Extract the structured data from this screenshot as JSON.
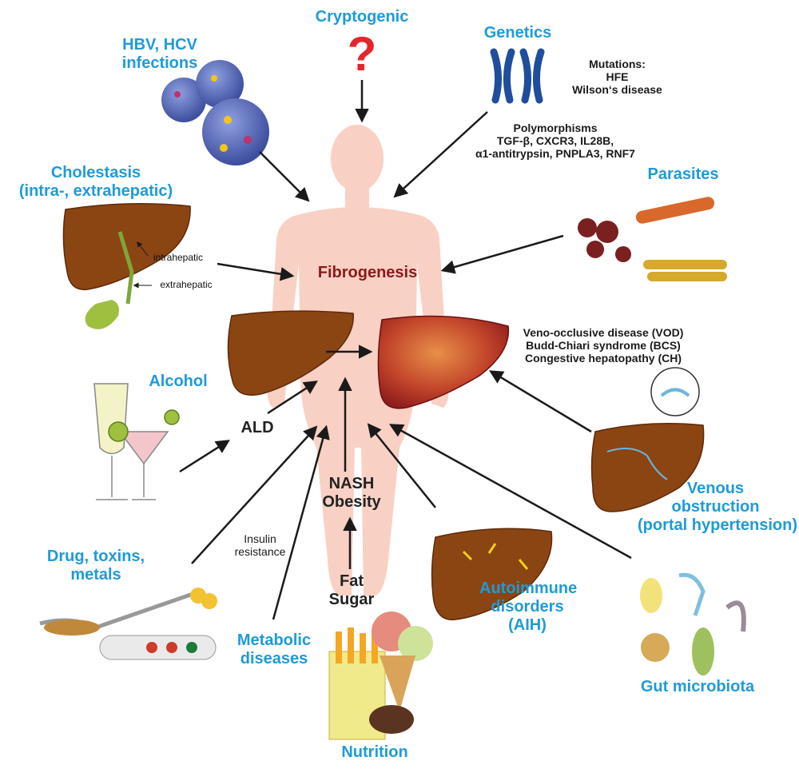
{
  "center": {
    "label": "Fibrogenesis"
  },
  "causes": {
    "cryptogenic": "Cryptogenic",
    "question_mark": "?",
    "genetics": "Genetics",
    "mutations": [
      "Mutations:",
      "HFE",
      "Wilson‘s disease"
    ],
    "polymorphisms": [
      "Polymorphisms",
      "TGF-β, CXCR3, IL28B,",
      "α1-antitrypsin, PNPLA3, RNF7"
    ],
    "hbv_hcv": [
      "HBV, HCV",
      "infections"
    ],
    "cholestasis": [
      "Cholestasis",
      "(intra-, extrahepatic)"
    ],
    "intrahepatic": "intrahepatic",
    "extrahepatic": "extrahepatic",
    "parasites": "Parasites",
    "vascular": [
      "Veno-occlusive disease (VOD)",
      "Budd-Chiari syndrome (BCS)",
      "Congestive hepatopathy (CH)"
    ],
    "venous": [
      "Venous",
      "obstruction",
      "(portal hypertension)"
    ],
    "alcohol": "Alcohol",
    "ald": "ALD",
    "nash": [
      "NASH",
      "Obesity"
    ],
    "fat_sugar": [
      "Fat",
      "Sugar"
    ],
    "insulin": [
      "Insulin",
      "resistance"
    ],
    "drugs": [
      "Drug, toxins,",
      "metals"
    ],
    "metabolic": [
      "Metabolic",
      "diseases"
    ],
    "nutrition": "Nutrition",
    "autoimmune": [
      "Autoimmune",
      "disorders",
      "(AIH)"
    ],
    "gut": "Gut microbiota"
  },
  "colors": {
    "label_blue": "#1e9bd7",
    "body_pink": "#f9d0c4",
    "liver_brown": "#8b4513",
    "fibrotic_red": "#b22222",
    "question_red": "#e3262b",
    "center_red": "#8b1a1a"
  },
  "icons": [
    "human-body-silhouette",
    "healthy-liver-icon",
    "fibrotic-liver-icon",
    "virus-icon",
    "chromosome-icon",
    "parasite-icon",
    "cocktail-glasses-icon",
    "pills-syringe-icon",
    "fast-food-icon",
    "microbe-icon"
  ]
}
